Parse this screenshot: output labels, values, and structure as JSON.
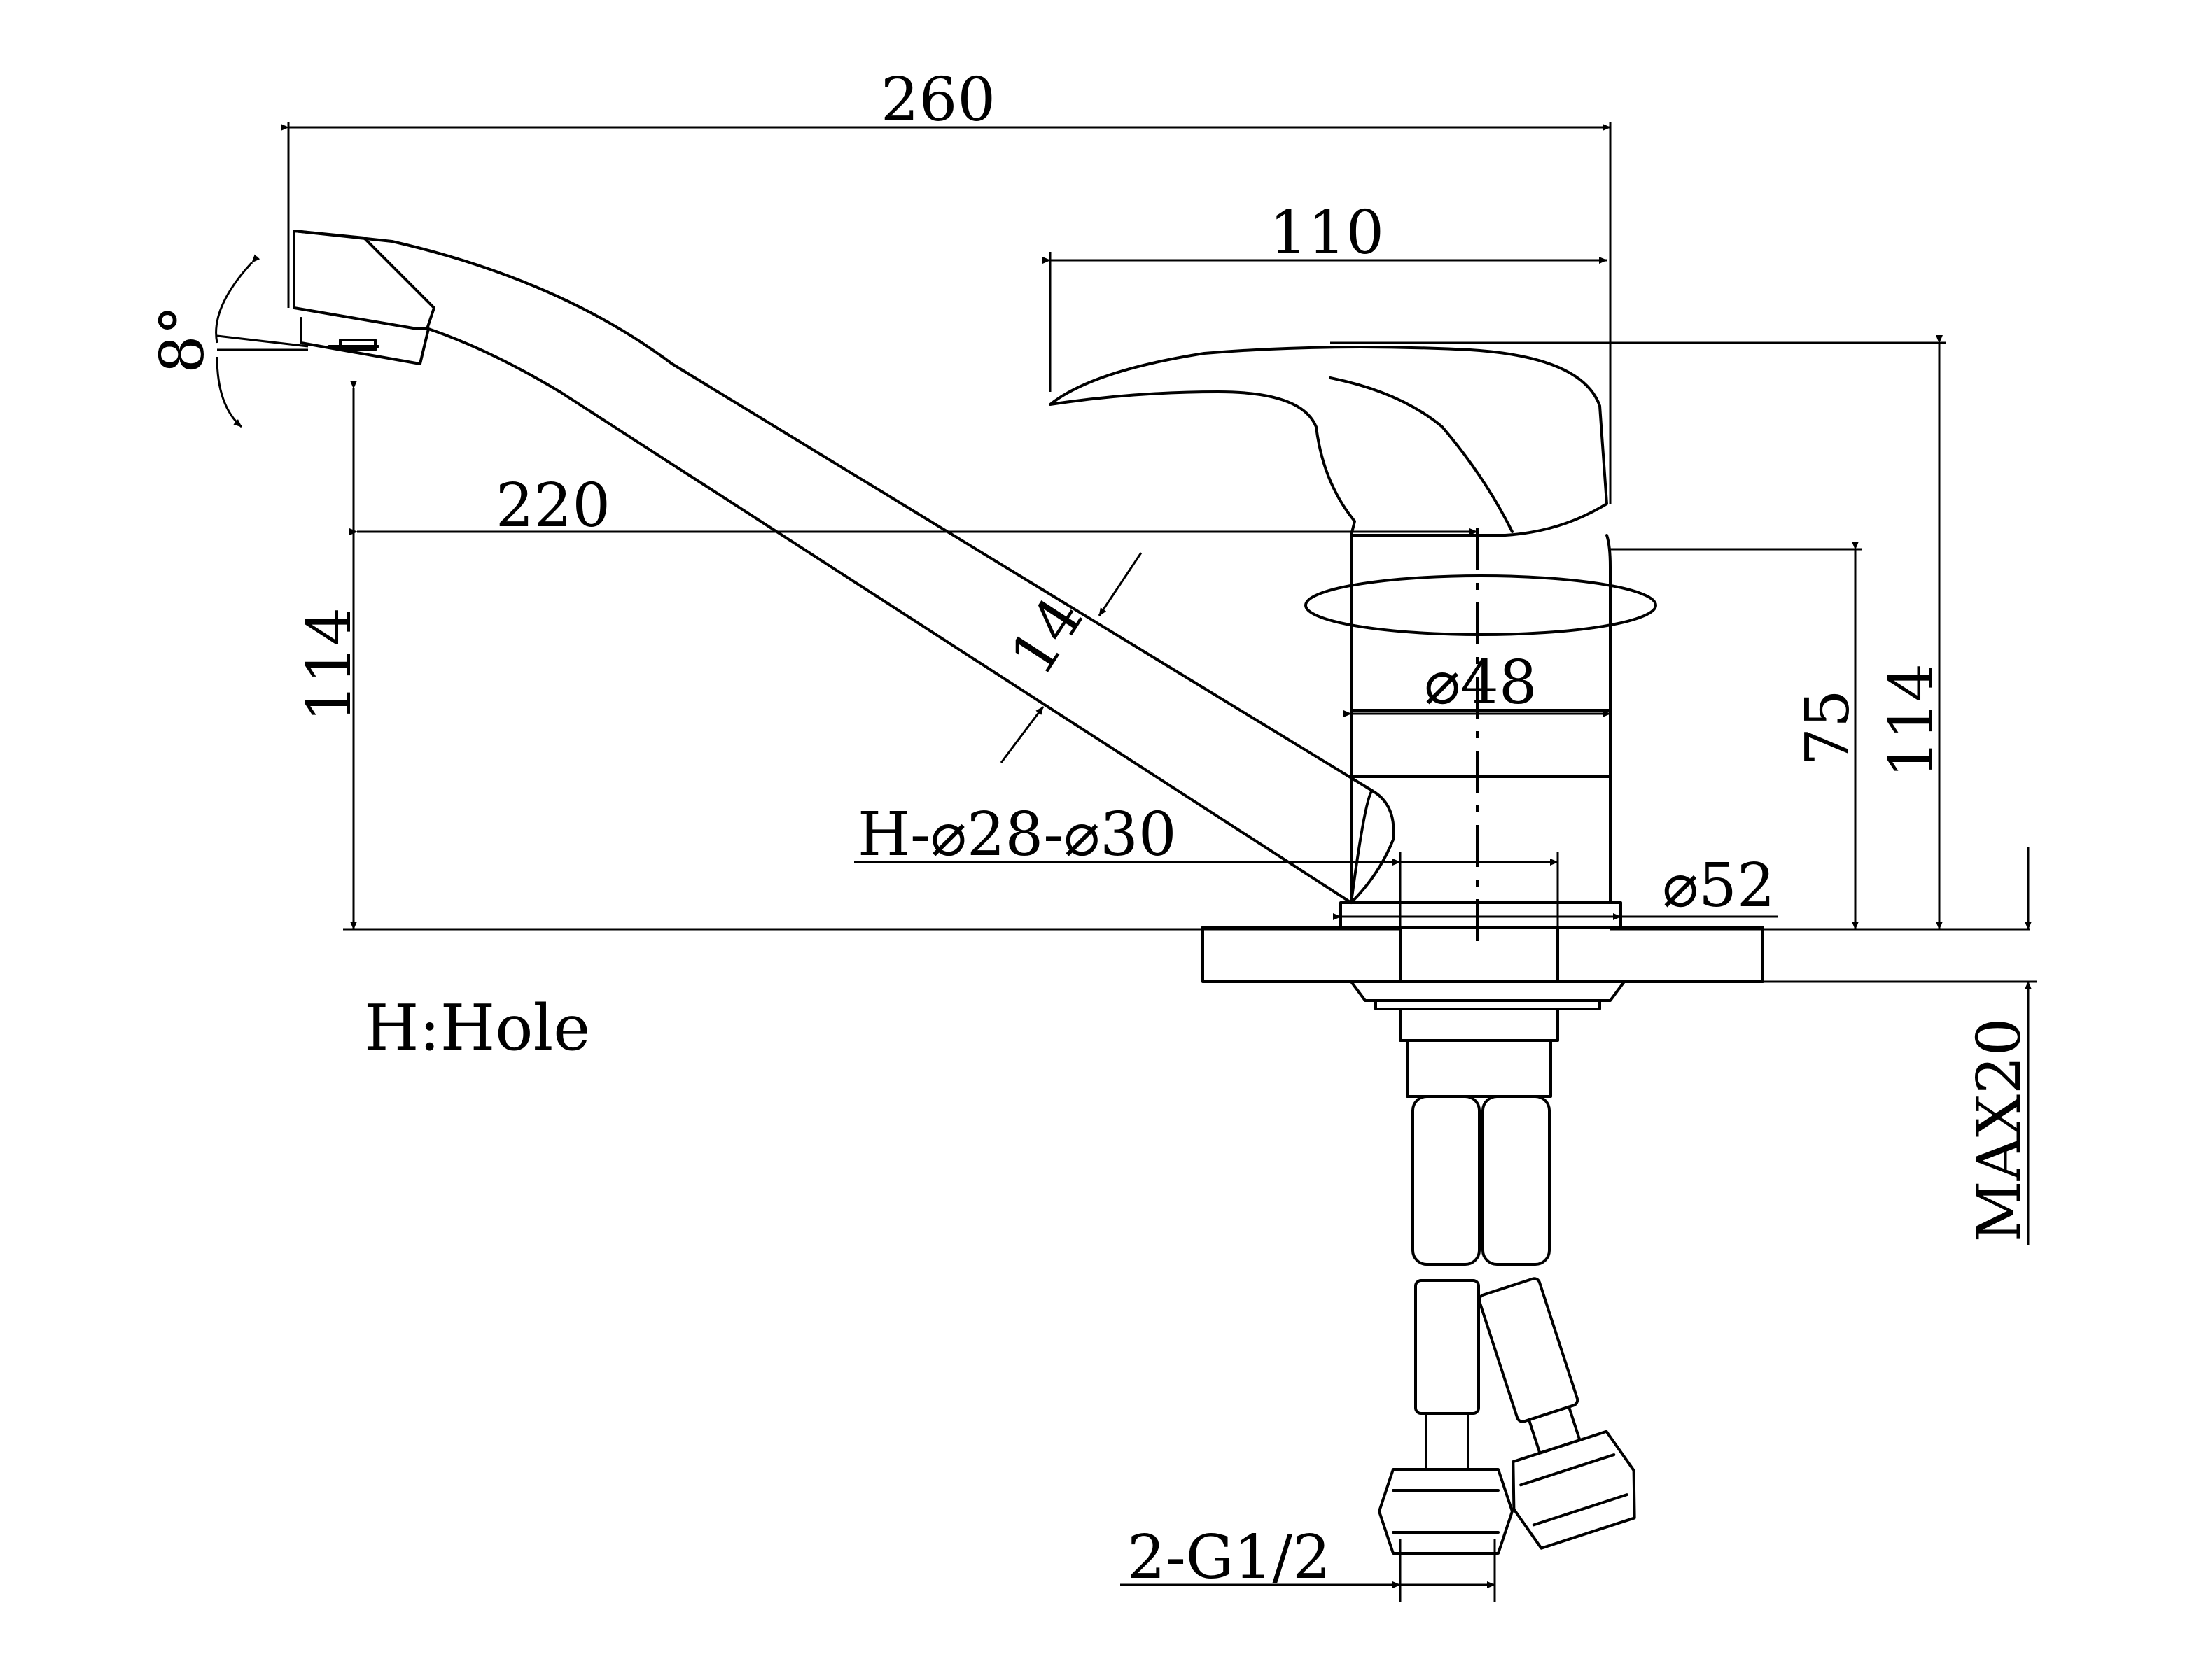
{
  "dimensions": {
    "overall_length": "260",
    "handle_length": "110",
    "spout_reach": "220",
    "spout_height": "114",
    "total_height": "114",
    "body_height": "75",
    "spout_diameter": "14",
    "body_diameter": "⌀48",
    "base_diameter": "⌀52",
    "hole_size": "H-⌀28-⌀30",
    "max_thickness": "MAX20",
    "connection": "2-G1/2",
    "tilt_angle": "8°"
  },
  "legend": {
    "hole_note": "H:Hole"
  }
}
